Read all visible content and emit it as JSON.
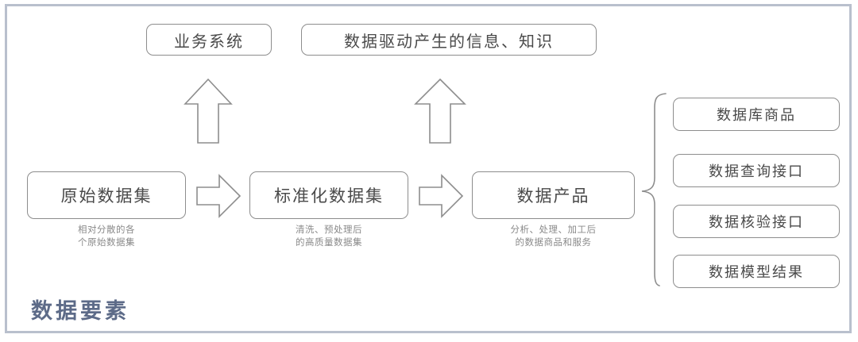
{
  "diagram": {
    "heading": "数据要素",
    "frame_border_color": "#b9c0cd",
    "heading_color": "#5d6b88",
    "node_border_color": "#8d8d8d",
    "node_text_color": "#4a4a4a",
    "caption_text_color": "#8a8a8a",
    "top_nodes": [
      {
        "id": "business",
        "label": "业务系统"
      },
      {
        "id": "knowledge",
        "label": "数据驱动产生的信息、知识"
      }
    ],
    "flow_nodes": [
      {
        "id": "raw",
        "label": "原始数据集",
        "caption": "相对分散的各\n个原始数据集"
      },
      {
        "id": "standard",
        "label": "标准化数据集",
        "caption": "清洗、预处理后\n的高质量数据集"
      },
      {
        "id": "product",
        "label": "数据产品",
        "caption": "分析、处理、加工后\n的数据商品和服务"
      }
    ],
    "side_nodes": [
      {
        "id": "s0",
        "label": "数据库商品"
      },
      {
        "id": "s1",
        "label": "数据查询接口"
      },
      {
        "id": "s2",
        "label": "数据核验接口"
      },
      {
        "id": "s3",
        "label": "数据模型结果"
      }
    ],
    "connectors": [
      {
        "id": "arrow-right-1",
        "type": "block-arrow-right",
        "from": "raw",
        "to": "standard"
      },
      {
        "id": "arrow-right-2",
        "type": "block-arrow-right",
        "from": "standard",
        "to": "product"
      },
      {
        "id": "arrow-up-1",
        "type": "block-arrow-up",
        "from": "raw",
        "to": "business"
      },
      {
        "id": "arrow-up-2",
        "type": "block-arrow-up",
        "from": "product",
        "to": "knowledge"
      },
      {
        "id": "brace",
        "type": "curly-brace-left",
        "from": "product",
        "to": "side_nodes"
      }
    ]
  }
}
